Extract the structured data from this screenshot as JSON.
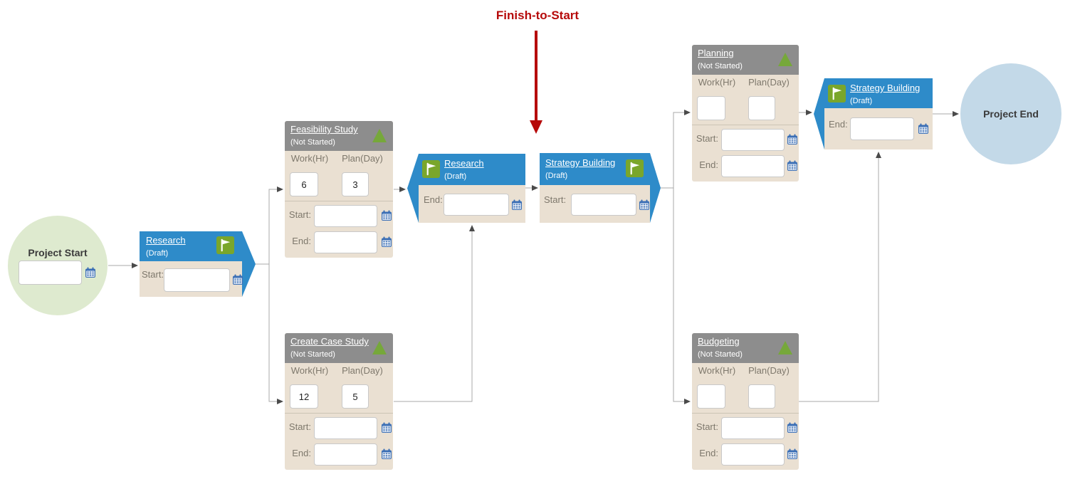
{
  "annotation": {
    "title": "Finish-to-Start"
  },
  "labels": {
    "work": "Work(Hr)",
    "plan": "Plan(Day)",
    "start": "Start:",
    "end": "End:"
  },
  "nodes": {
    "project_start": {
      "label": "Project Start",
      "date_value": ""
    },
    "research_start": {
      "title": "Research",
      "status": "(Draft)",
      "start_value": ""
    },
    "feasibility_study": {
      "title": "Feasibility Study",
      "status": "(Not Started)",
      "work_value": "6",
      "plan_value": "3",
      "start_value": "",
      "end_value": ""
    },
    "create_case_study": {
      "title": "Create Case Study",
      "status": "(Not Started)",
      "work_value": "12",
      "plan_value": "5",
      "start_value": "",
      "end_value": ""
    },
    "research_mid": {
      "title": "Research",
      "status": "(Draft)",
      "end_value": ""
    },
    "strategy_building_mid": {
      "title": "Strategy Building",
      "status": "(Draft)",
      "start_value": ""
    },
    "planning": {
      "title": "Planning",
      "status": "(Not Started)",
      "work_value": "",
      "plan_value": "",
      "start_value": "",
      "end_value": ""
    },
    "budgeting": {
      "title": "Budgeting",
      "status": "(Not Started)",
      "work_value": "",
      "plan_value": "",
      "start_value": "",
      "end_value": ""
    },
    "strategy_building_end": {
      "title": "Strategy Building",
      "status": "(Draft)",
      "end_value": ""
    },
    "project_end": {
      "label": "Project End"
    }
  },
  "icons": {
    "calendar": "calendar-icon",
    "flag": "flag-icon",
    "milestone": "triangle-up-icon"
  },
  "colors": {
    "node_blue": "#2E8BC9",
    "node_tan": "#EAE0D2",
    "header_gray": "#8D8D8D",
    "flag_green": "#7AA62B",
    "triangle_green": "#76A83A",
    "calendar_blue": "#3A6EB5",
    "start_circle": "#DEEACF",
    "end_circle": "#C3D9E8",
    "annotation_red": "#B60A0A",
    "connector_gray": "#A8A8A8"
  }
}
